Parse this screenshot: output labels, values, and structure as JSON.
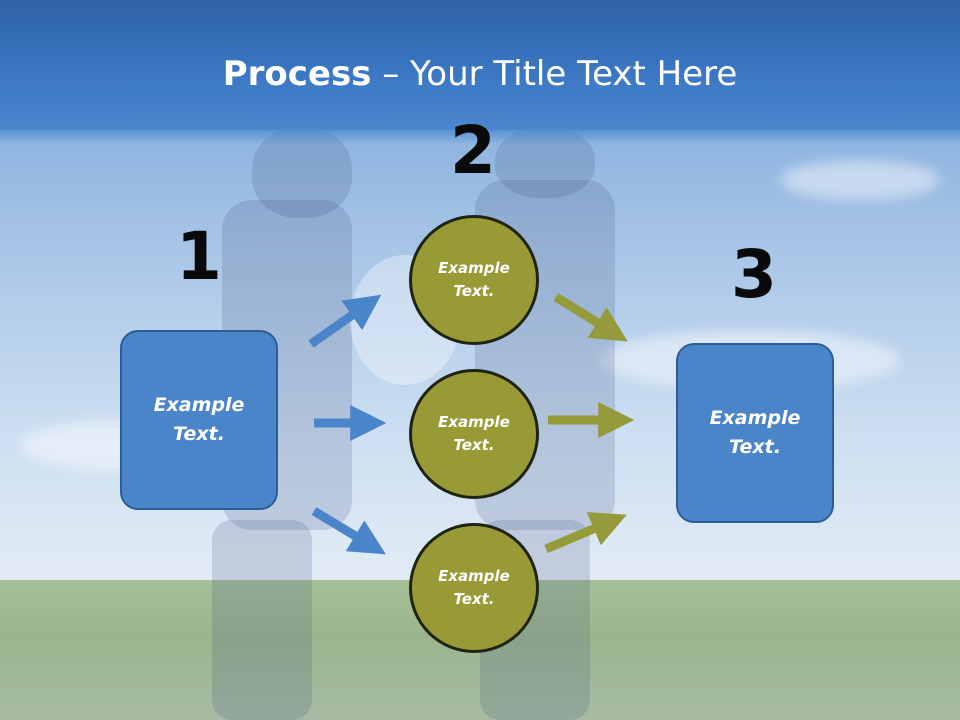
{
  "slide": {
    "title_bold": "Process",
    "title_rest": " – Your Title Text Here"
  },
  "steps": {
    "one": "1",
    "two": "2",
    "three": "3"
  },
  "input_box": {
    "label": "Example\nText."
  },
  "circles": [
    {
      "label": "Example\nText."
    },
    {
      "label": "Example\nText."
    },
    {
      "label": "Example\nText."
    }
  ],
  "output_box": {
    "label": "Example\nText."
  },
  "colors": {
    "header_blue": "#3a76c2",
    "box_blue": "#4a84c9",
    "arrow_blue": "#4a84c9",
    "circle_olive": "#989a35",
    "arrow_olive": "#959a3a"
  }
}
